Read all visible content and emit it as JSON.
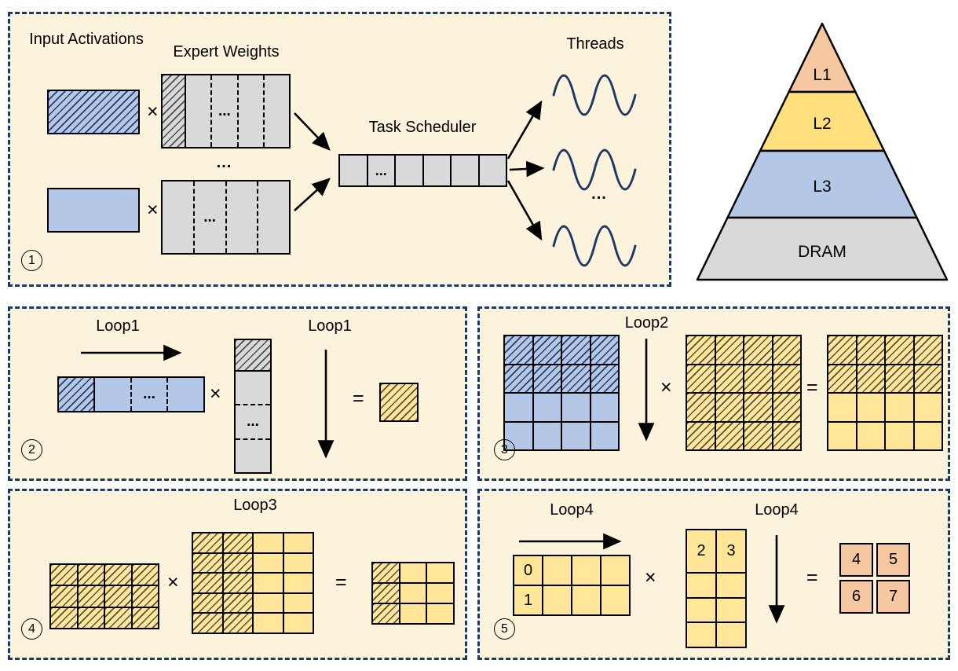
{
  "colors": {
    "panel_background": "#fbf3dc",
    "panel_border": "#1f3a60",
    "blue": "#b4c7e7",
    "gray": "#d9d9d9",
    "yellow": "#ffe699",
    "salmon": "#f6c8a2",
    "wave": "#1f3864",
    "line": "#000000"
  },
  "panel1": {
    "number": "1",
    "input_activations": "Input Activations",
    "expert_weights": "Expert Weights",
    "task_scheduler": "Task Scheduler",
    "threads": "Threads",
    "times": "×",
    "w1_dots": "...",
    "w2_dots": "...",
    "mid_dots": "...",
    "queue_dots": "...",
    "threads_dots": "..."
  },
  "pyramid": {
    "levels": [
      {
        "label": "L1",
        "color": "#f6c8a2"
      },
      {
        "label": "L2",
        "color": "#ffe07d"
      },
      {
        "label": "L3",
        "color": "#b4c7e7"
      },
      {
        "label": "DRAM",
        "color": "#d9d9d9"
      }
    ]
  },
  "panel2": {
    "number": "2",
    "loop_top": "Loop1",
    "loop_side": "Loop1",
    "times": "×",
    "equals": "=",
    "a_dots": "...",
    "b_dots": "..."
  },
  "panel3": {
    "number": "3",
    "loop": "Loop2",
    "times": "×",
    "equals": "="
  },
  "panel4": {
    "number": "4",
    "loop": "Loop3",
    "times": "×",
    "equals": "="
  },
  "panel5": {
    "number": "5",
    "loop_left": "Loop4",
    "loop_right": "Loop4",
    "times": "×",
    "equals": "=",
    "a": [
      "0",
      "1"
    ],
    "b": [
      "2",
      "3"
    ],
    "c": [
      "4",
      "5",
      "6",
      "7"
    ]
  }
}
